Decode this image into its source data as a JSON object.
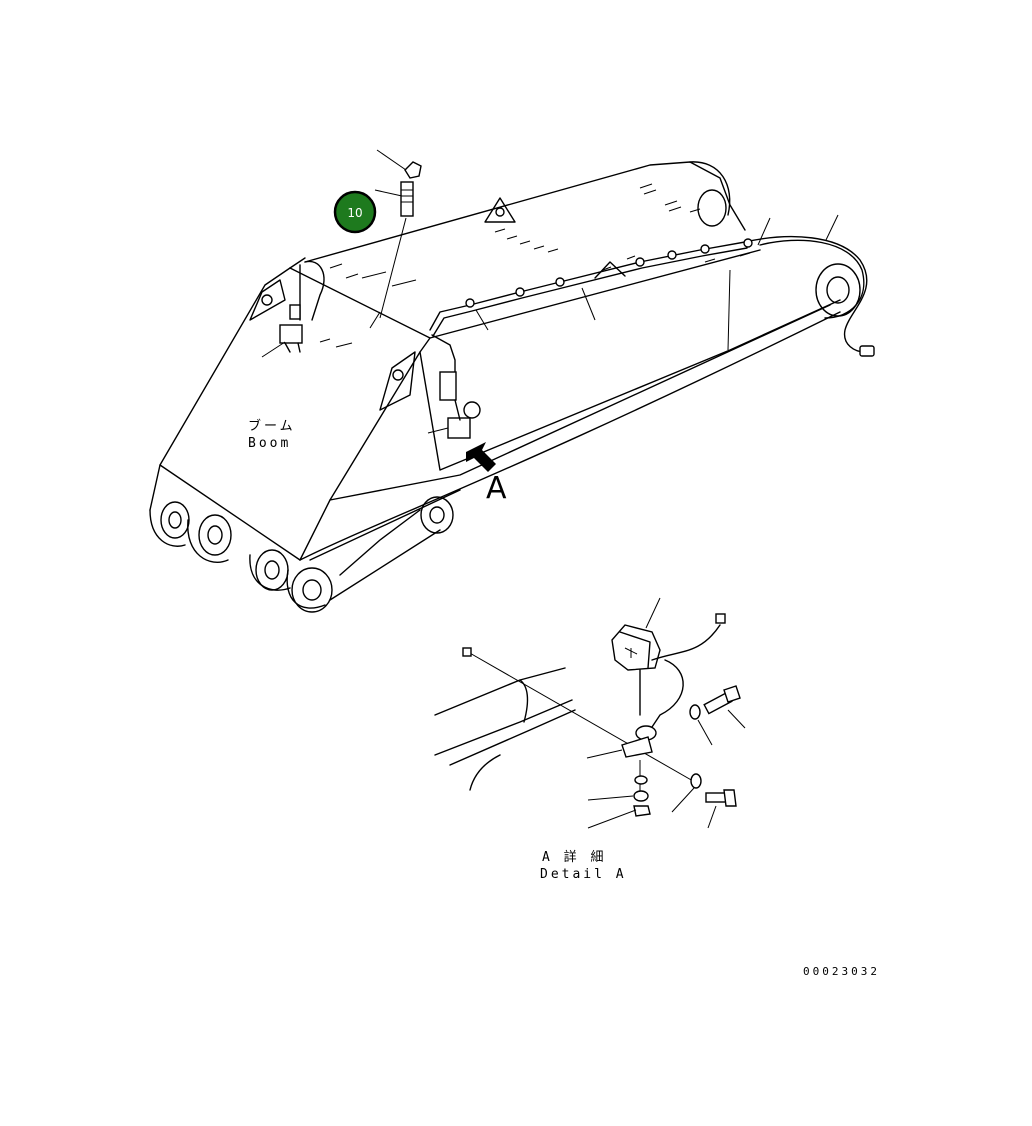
{
  "labels": {
    "boom_jp": "ブーム",
    "boom_en": "Boom",
    "view_marker": "A",
    "detail_jp": "A 詳 細",
    "detail_en": "Detail A",
    "drawing_number": "00023032"
  },
  "callout": {
    "number": "10",
    "color": "#1e7a1e"
  },
  "colors": {
    "line": "#000000",
    "background": "#ffffff"
  }
}
